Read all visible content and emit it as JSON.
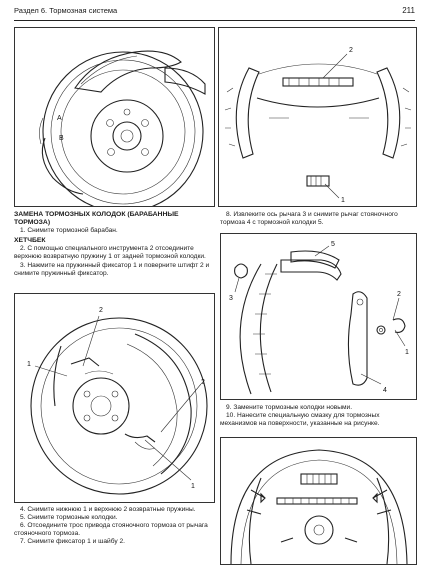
{
  "header": {
    "section": "Раздел 6. Тормозная система",
    "page_number": "211"
  },
  "figures": {
    "fig_a": {
      "labels": [
        "A",
        "B"
      ]
    },
    "fig_b": {
      "labels": [
        "2",
        "1"
      ]
    },
    "fig_c": {
      "labels": [
        "2",
        "1",
        "2",
        "1"
      ]
    },
    "fig_d": {
      "labels": [
        "5",
        "3",
        "2",
        "1",
        "4"
      ]
    }
  },
  "left_column": {
    "heading": "ЗАМЕНА ТОРМОЗНЫХ КОЛОДОК (БАРАБАННЫЕ ТОРМОЗА)",
    "step1": "1. Снимите тормозной барабан.",
    "subheading": "ХЕТЧБЕК",
    "step2": "2. С помощью специального инструмента 2 отсоедините верхнюю возвратную пружину 1 от задней тормозной колодки.",
    "step3": "3. Нажмите на пружинный фиксатор 1 и поверните штифт 2 и снимите пружинный фиксатор.",
    "step4": "4. Снимите нижнюю 1 и верхнюю 2 возвратные пружины.",
    "step5": "5. Снимите тормозные колодки.",
    "step6": "6. Отсоедините трос привода стояночного тормоза от рычага стояночного тормоза.",
    "step7": "7. Снимите фиксатор 1 и шайбу 2."
  },
  "right_column": {
    "step8": "8. Извлеките ось рычага 3 и снимите рычаг стояночного тормоза 4 с тормозной колодки 5.",
    "step9": "9. Замените тормозные колодки новыми.",
    "step10": "10. Нанесите специальную смазку для тормозных механизмов на поверхности, указанные на рисунке."
  }
}
